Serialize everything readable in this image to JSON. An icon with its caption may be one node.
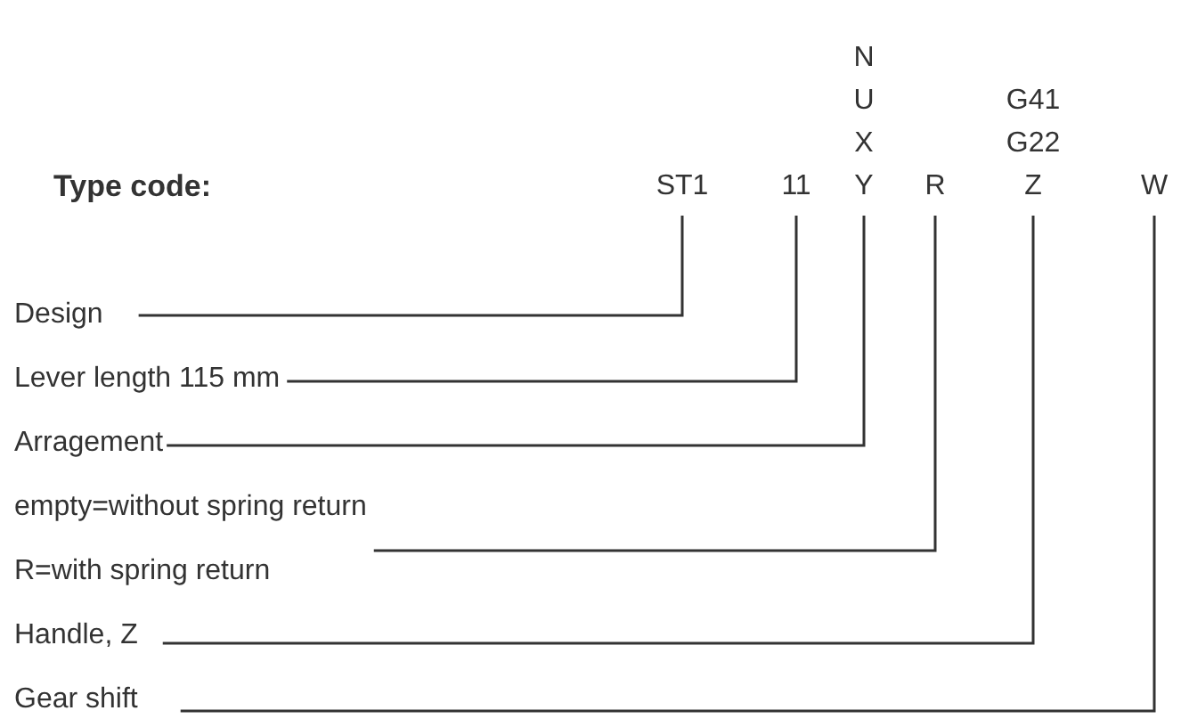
{
  "diagram": {
    "nodes": [
      {
        "text": [
          "ST1"
        ]
      },
      {
        "text": [
          "11"
        ]
      },
      {
        "text": [
          "Y"
        ],
        "beside": [
          "N",
          "U",
          "X"
        ]
      },
      {
        "text": [
          "R"
        ]
      },
      {
        "text": [
          "Z"
        ],
        "beside": [
          "G41",
          "G22"
        ]
      },
      {
        "text": [
          "W"
        ]
      },
      {
        "text": [
          "Design"
        ]
      },
      {
        "text": [
          "Lever length 115 mm"
        ]
      },
      {
        "text": [
          "Arragement"
        ]
      },
      {
        "text": [
          "empty=without spring return",
          "R=with spring return"
        ]
      },
      {
        "text": [
          "Handle, Z"
        ]
      },
      {
        "text": [
          "Gear shift"
        ]
      }
    ],
    "edges": [
      {
        "from": 6,
        "to": 0,
        "arrow": "none"
      },
      {
        "from": 7,
        "to": 1,
        "arrow": "none"
      },
      {
        "from": 8,
        "to": 2,
        "arrow": "none"
      },
      {
        "from": 9,
        "to": 3,
        "arrow": "none"
      },
      {
        "from": 10,
        "to": 4,
        "arrow": "none"
      },
      {
        "from": 11,
        "to": 5,
        "arrow": "none"
      }
    ],
    "labels": [
      "Type code:"
    ]
  }
}
